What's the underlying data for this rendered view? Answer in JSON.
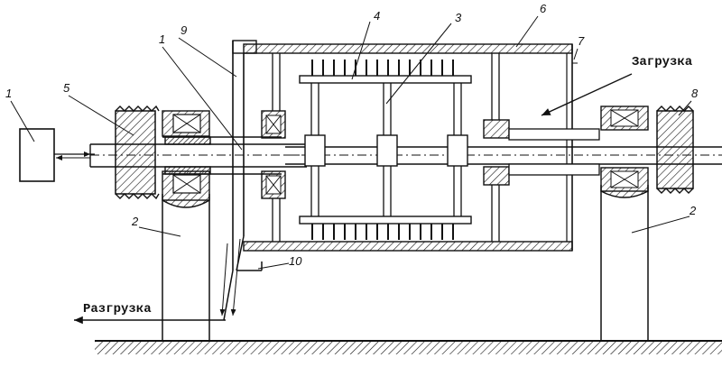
{
  "figure": {
    "labels": {
      "l1": "1",
      "l5": "5",
      "l1b": "1",
      "l9": "9",
      "l4": "4",
      "l3": "3",
      "l6": "6",
      "l7": "7",
      "l8": "8",
      "l2a": "2",
      "l2b": "2",
      "l10": "10"
    },
    "loading_label": "Загрузка",
    "unloading_label": "Разгрузка"
  },
  "colors": {
    "line": "#111111",
    "hatch": "#111111",
    "background": "#ffffff"
  }
}
